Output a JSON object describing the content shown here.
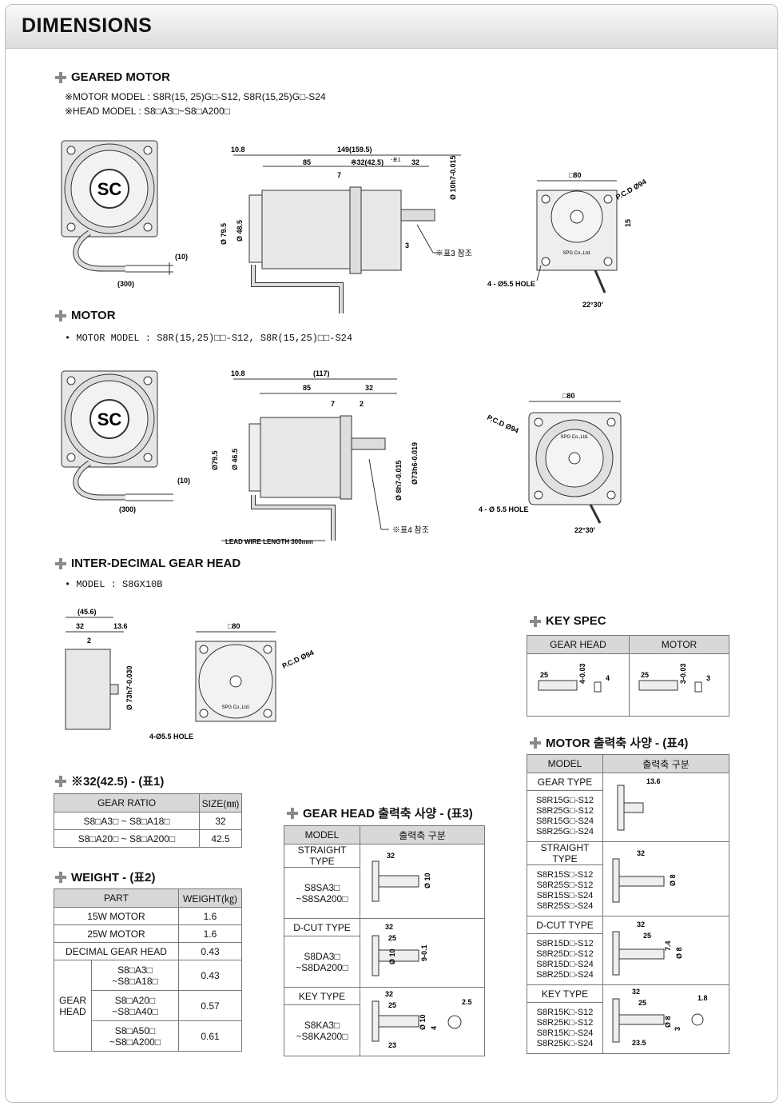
{
  "page": {
    "title": "DIMENSIONS"
  },
  "geared": {
    "title": "GEARED MOTOR",
    "note1": "※MOTOR MODEL : S8R(15, 25)G□-S12, S8R(15,25)G□-S24",
    "note2": "※HEAD MODEL : S8□A3□~S8□A200□",
    "dims": {
      "d10": "(10)",
      "d300": "(300)",
      "d108": "10.8",
      "d149": "149(159.5)",
      "d85": "85",
      "d32a": "※32(42.5)",
      "t1": "-표1",
      "d32b": "32",
      "d7": "7",
      "d795": "Ø 79.5",
      "d485": "Ø 48.5",
      "d3": "3",
      "d10h7": "Ø 10h7-0.015",
      "ref": "※표3 참조",
      "sq80": "□80",
      "pcd": "P.C.D Ø94",
      "d15": "15",
      "hole": "4 - Ø5.5 HOLE",
      "ang": "22°30'",
      "spg": "SPG Co.,Ltd."
    }
  },
  "motor": {
    "title": "MOTOR",
    "note": "• MOTOR MODEL : S8R(15,25)□□-S12, S8R(15,25)□□-S24",
    "dims": {
      "d10": "(10)",
      "d300": "(300)",
      "d108": "10.8",
      "d117": "(117)",
      "d85": "85",
      "d32": "32",
      "d7": "7",
      "d2": "2",
      "d795": "Ø79.5",
      "d465": "Ø 46.5",
      "d8h7": "Ø 8h7-0.015",
      "d73h6": "Ø73h6-0.019",
      "ref": "※표4 참조",
      "lead": "LEAD WIRE LENGTH 300mm",
      "sq80": "□80",
      "pcd": "P.C.D Ø94",
      "hole": "4 - Ø 5.5 HOLE",
      "ang": "22°30'",
      "spg": "SPG Co.,Ltd."
    }
  },
  "gearhead": {
    "title": "INTER-DECIMAL GEAR HEAD",
    "note": "• MODEL : S8GX10B",
    "dims": {
      "d456": "(45.6)",
      "d32": "32",
      "d136": "13.6",
      "d2": "2",
      "d73h7": "Ø 73h7-0.030",
      "sq80": "□80",
      "pcd": "P.C.D Ø94",
      "hole": "4-Ø5.5 HOLE",
      "spg": "SPG Co.,Ltd."
    }
  },
  "keyspec": {
    "title": "KEY SPEC",
    "headers": [
      "GEAR HEAD",
      "MOTOR"
    ],
    "gh": {
      "len": "25",
      "w": "4-0.03",
      "k": "4"
    },
    "mt": {
      "len": "25",
      "w": "3-0.03",
      "k": "3"
    }
  },
  "t1": {
    "title": "※32(42.5) - (표1)",
    "headers": [
      "GEAR RATIO",
      "SIZE(㎜)"
    ],
    "rows": [
      [
        "S8□A3□ ~ S8□A18□",
        "32"
      ],
      [
        "S8□A20□ ~ S8□A200□",
        "42.5"
      ]
    ]
  },
  "t2": {
    "title": "WEIGHT - (표2)",
    "headers": [
      "PART",
      "WEIGHT(㎏)"
    ],
    "rows": [
      [
        "15W MOTOR",
        "1.6"
      ],
      [
        "25W MOTOR",
        "1.6"
      ],
      [
        "DECIMAL GEAR HEAD",
        "0.43"
      ]
    ],
    "group": "GEAR HEAD",
    "sub": [
      [
        "S8□A3□",
        "~S8□A18□",
        "0.43"
      ],
      [
        "S8□A20□",
        "~S8□A40□",
        "0.57"
      ],
      [
        "S8□A50□",
        "~S8□A200□",
        "0.61"
      ]
    ]
  },
  "t3": {
    "title": "GEAR HEAD 출력축 사양 - (표3)",
    "headers": [
      "MODEL",
      "출력축 구분"
    ],
    "rows": [
      {
        "type": "STRAIGHT TYPE",
        "m1": "S8SA3□",
        "m2": "~S8SA200□",
        "d": [
          "32",
          "Ø 10"
        ]
      },
      {
        "type": "D-CUT TYPE",
        "m1": "S8DA3□",
        "m2": "~S8DA200□",
        "d": [
          "32",
          "25",
          "Ø 10",
          "9-0.1"
        ]
      },
      {
        "type": "KEY TYPE",
        "m1": "S8KA3□",
        "m2": "~S8KA200□",
        "d": [
          "32",
          "25",
          "Ø 10",
          "4",
          "2.5",
          "23"
        ]
      }
    ]
  },
  "t4": {
    "title": "MOTOR 출력축 사양 - (표4)",
    "headers": [
      "MODEL",
      "출력축 구분"
    ],
    "rows": [
      {
        "type": "GEAR TYPE",
        "models": [
          "S8R15G□-S12",
          "S8R25G□-S12",
          "S8R15G□-S24",
          "S8R25G□-S24"
        ],
        "d": [
          "13.6"
        ]
      },
      {
        "type": "STRAIGHT TYPE",
        "models": [
          "S8R15S□-S12",
          "S8R25S□-S12",
          "S8R15S□-S24",
          "S8R25S□-S24"
        ],
        "d": [
          "32",
          "Ø 8"
        ]
      },
      {
        "type": "D-CUT TYPE",
        "models": [
          "S8R15D□-S12",
          "S8R25D□-S12",
          "S8R15D□-S24",
          "S8R25D□-S24"
        ],
        "d": [
          "32",
          "25",
          "7.4",
          "Ø 8"
        ]
      },
      {
        "type": "KEY TYPE",
        "models": [
          "S8R15K□-S12",
          "S8R25K□-S12",
          "S8R15K□-S24",
          "S8R25K□-S24"
        ],
        "d": [
          "32",
          "25",
          "Ø 8",
          "3",
          "1.8",
          "23.5"
        ]
      }
    ]
  }
}
